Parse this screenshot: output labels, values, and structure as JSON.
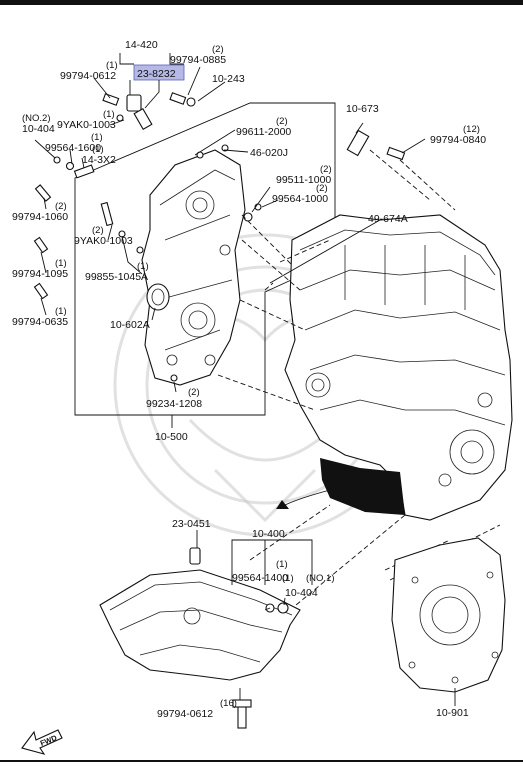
{
  "diagram": {
    "fwd_label": "FWD",
    "highlighted_part": "23-8232",
    "parts": {
      "p14_420": "14-420",
      "p23_8232": "23-8232",
      "p99794_0885": "99794-0885",
      "p99794_0885_qty": "(2)",
      "p10_243": "10-243",
      "p99794_0612": "99794-0612",
      "p99794_0612_qty": "(1)",
      "p9yak0_1003_top": "9YAK0-1003",
      "p9yak0_1003_top_qty": "(1)",
      "p10_404_top": "10-404",
      "p10_404_top_qty": "(NO.2)",
      "p99564_1600": "99564-1600",
      "p99564_1600_qty": "(1)",
      "p14_3x2": "14-3X2",
      "p14_3x2_qty": "(1)",
      "p99611_2000": "99611-2000",
      "p99611_2000_qty": "(2)",
      "p46_020j": "46-020J",
      "p99511_1000": "99511-1000",
      "p99511_1000_qty": "(2)",
      "p99564_1000": "99564-1000",
      "p99564_1000_qty": "(2)",
      "p10_673": "10-673",
      "p99794_0840": "99794-0840",
      "p99794_0840_qty": "(12)",
      "p49_674a": "49-674A",
      "p99794_1060": "99794-1060",
      "p99794_1060_qty": "(2)",
      "p9yak0_1003_mid": "9YAK0-1003",
      "p9yak0_1003_mid_qty": "(2)",
      "p99794_1095": "99794-1095",
      "p99794_1095_qty": "(1)",
      "p99855_1045a": "99855-1045A",
      "p99855_1045a_qty": "(1)",
      "p99794_0635": "99794-0635",
      "p99794_0635_qty": "(1)",
      "p10_602a": "10-602A",
      "p99234_1208": "99234-1208",
      "p99234_1208_qty": "(2)",
      "p10_500": "10-500",
      "p23_0451": "23-0451",
      "p10_400": "10-400",
      "p99564_1400": "99564-1400",
      "p99564_1400_qty": "(1)",
      "p10_404_bot": "10-404",
      "p10_404_bot_qty": "(NO.1)",
      "p10_404_bot_qty2": "(1)",
      "p99794_0612_bot": "99794-0612",
      "p99794_0612_bot_qty": "(16)",
      "p10_901": "10-901"
    }
  }
}
